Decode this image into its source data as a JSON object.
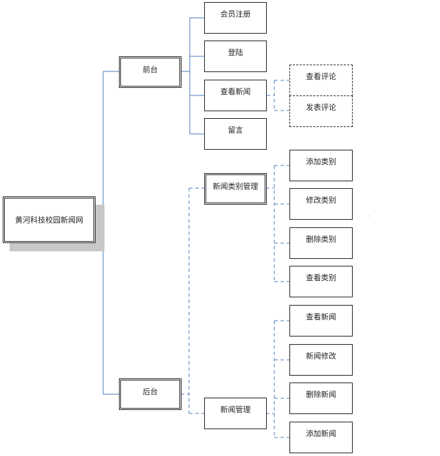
{
  "root": {
    "label": "黄河科技校园新闻网"
  },
  "frontend": {
    "label": "前台",
    "items": [
      {
        "label": "会员注册"
      },
      {
        "label": "登陆"
      },
      {
        "label": "查看新闻"
      },
      {
        "label": "留言"
      }
    ],
    "comments": [
      {
        "label": "查看评论"
      },
      {
        "label": "发表评论"
      }
    ]
  },
  "backend": {
    "label": "后台",
    "category_mgmt": {
      "label": "新闻类别管理",
      "items": [
        {
          "label": "添加类别"
        },
        {
          "label": "修改类别"
        },
        {
          "label": "删除类别"
        },
        {
          "label": "查看类别"
        }
      ]
    },
    "news_mgmt": {
      "label": "新闻管理",
      "items": [
        {
          "label": "查看新闻"
        },
        {
          "label": "新闻修改"
        },
        {
          "label": "删除新闻"
        },
        {
          "label": "添加新闻"
        }
      ]
    }
  },
  "colors": {
    "connector": "#4a7ebb",
    "border": "#222222",
    "shadow": "#c8c8c8"
  }
}
